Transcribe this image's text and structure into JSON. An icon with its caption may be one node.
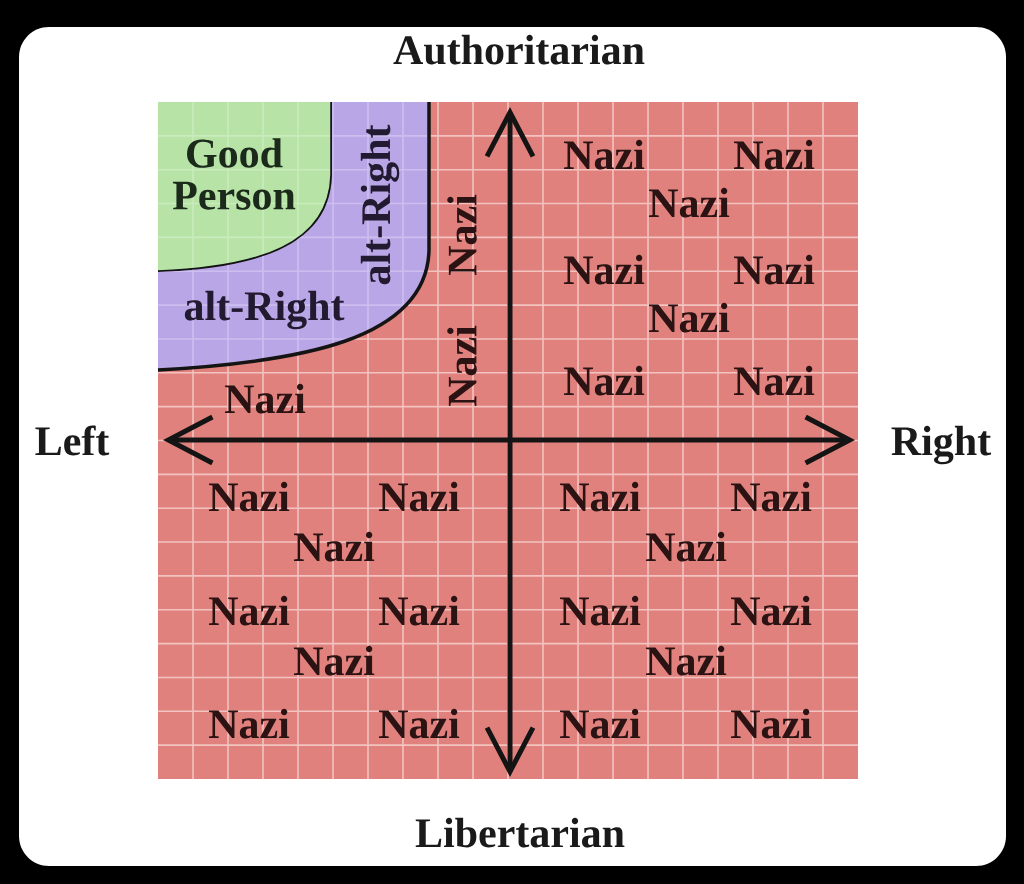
{
  "diagram": {
    "nodes": [
      {
        "text": [
          "Nazi",
          "Nazi",
          "Nazi",
          "Nazi",
          "Nazi",
          "Nazi",
          "Nazi",
          "Nazi",
          "Nazi",
          "Nazi",
          "Nazi",
          "Nazi",
          "Nazi",
          "Nazi",
          "Nazi",
          "Nazi",
          "Nazi",
          "Nazi",
          "Nazi",
          "Nazi",
          "Nazi",
          "Nazi",
          "Nazi",
          "Nazi",
          "Nazi",
          "Nazi",
          "Nazi"
        ]
      },
      {
        "text": [
          "Good Person"
        ],
        "in": 0
      },
      {
        "text": [
          "alt-Right",
          "alt-Right"
        ],
        "in": 0
      }
    ],
    "labels": [
      "Authoritarian",
      "Left",
      "Right",
      "Libertarian"
    ]
  }
}
